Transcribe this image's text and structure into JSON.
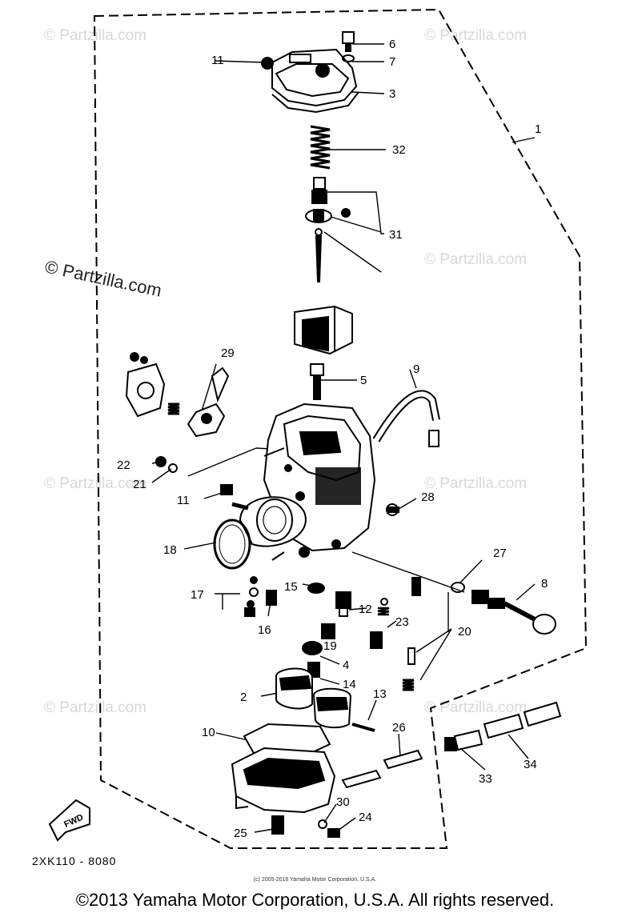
{
  "watermark": "© Partzilla.com",
  "watermark_main": "© Partzilla.com",
  "callouts": [
    "1",
    "2",
    "3",
    "4",
    "5",
    "6",
    "7",
    "8",
    "9",
    "10",
    "11",
    "11",
    "12",
    "13",
    "14",
    "15",
    "16",
    "17",
    "18",
    "19",
    "20",
    "21",
    "22",
    "23",
    "24",
    "25",
    "26",
    "27",
    "28",
    "29",
    "30",
    "31",
    "32",
    "33",
    "34"
  ],
  "fwd_label": "FWD",
  "diagram_code": "2XK110 - 8080",
  "copyright_small": "(c) 2005-2016 Yamaha Motor Corporation, U.S.A.",
  "copyright_main": "©2013 Yamaha Motor Corporation, U.S.A. All rights reserved."
}
